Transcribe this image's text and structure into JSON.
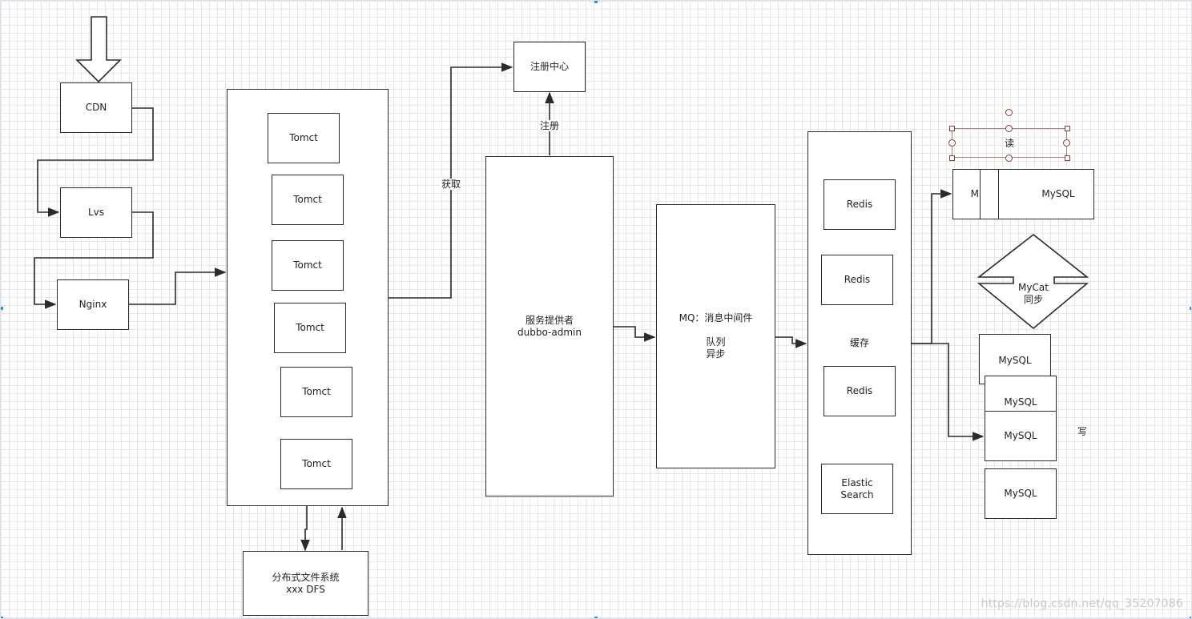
{
  "nodes": {
    "cdn": "CDN",
    "lvs": "Lvs",
    "nginx": "Nginx",
    "tomcat_1": "Tomct",
    "tomcat_2": "Tomct",
    "tomcat_3": "Tomct",
    "tomcat_4": "Tomct",
    "tomcat_5": "Tomct",
    "tomcat_6": "Tomct",
    "dfs": "分布式文件系统\nxxx DFS",
    "registry": "注册中心",
    "provider": "服务提供者\ndubbo-admin",
    "mq": "MQ：消息中间件\n\n队列\n异步",
    "cache_label": "缓存",
    "redis_1": "Redis",
    "redis_2": "Redis",
    "redis_3": "Redis",
    "elastic": "Elastic\nSearch",
    "mysql_read_a": "M",
    "mysql_read_b": "M",
    "mysql_read_c": "MySQL",
    "mycat": "MyCat\n同步",
    "mysql_w1": "MySQL",
    "mysql_w2": "MySQL",
    "mysql_w3": "MySQL",
    "mysql_w4": "MySQL"
  },
  "labels": {
    "register": "注册",
    "fetch": "获取",
    "read": "读",
    "write": "写"
  },
  "watermark": "https://blog.csdn.net/qq_35207086"
}
